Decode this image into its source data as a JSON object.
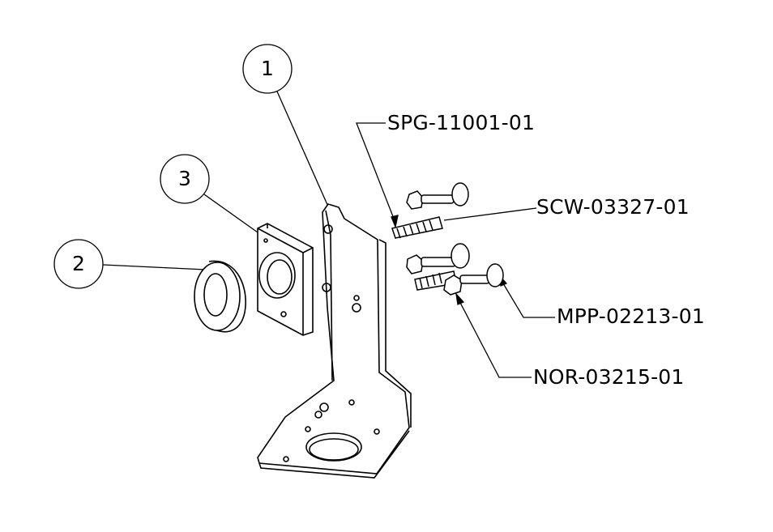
{
  "balloons": {
    "b1": "1",
    "b2": "2",
    "b3": "3"
  },
  "part_labels": {
    "spring": "SPG-11001-01",
    "screw": "SCW-03327-01",
    "plunger": "MPP-02213-01",
    "nut": "NOR-03215-01"
  },
  "colors": {
    "line": "#000000",
    "background": "#ffffff"
  }
}
